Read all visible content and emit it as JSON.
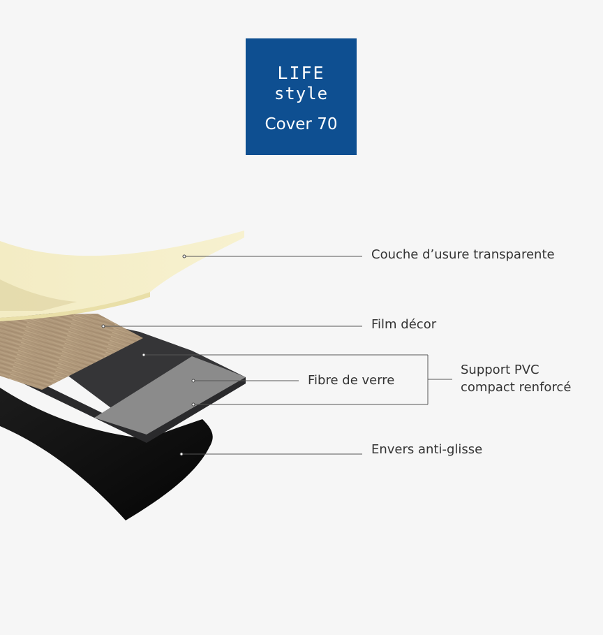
{
  "logo": {
    "line1": "LIFE",
    "line2": "style",
    "line3": "Cover 70",
    "background": "#0e4f91"
  },
  "layers": {
    "wear_layer": "Couche d’usure transparente",
    "decor_film": "Film décor",
    "fiberglass": "Fibre de verre",
    "support_line1": "Support PVC",
    "support_line2": "compact renforcé",
    "backing": "Envers anti-glisse"
  },
  "colors": {
    "background": "#f6f6f6",
    "wear_layer": "#f5efc6",
    "wood": "#b39c7d",
    "dark_pvc": "#333335",
    "grey_pvc": "#8a8a8a",
    "backing": "#0e0e0e",
    "leader_line": "#555555",
    "text": "#333333"
  }
}
